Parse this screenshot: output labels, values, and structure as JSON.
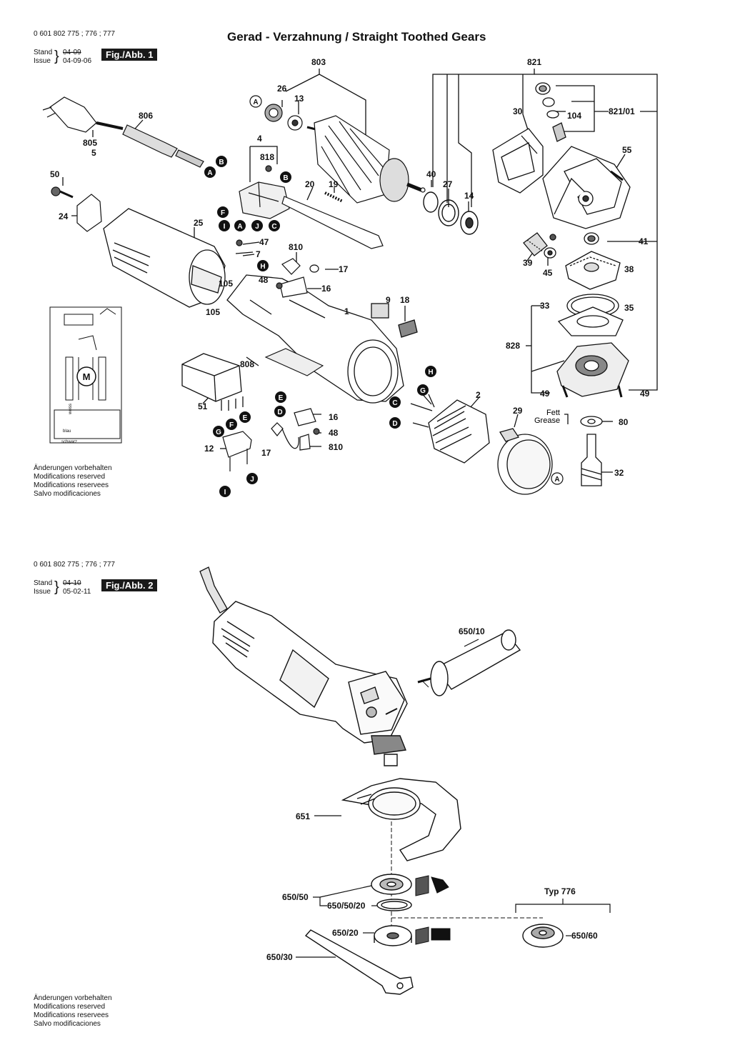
{
  "header": {
    "part_numbers": "0 601 802 775 ; 776 ; 777",
    "title": "Gerad - Verzahnung / Straight Toothed Gears"
  },
  "fig1": {
    "stand_label": "Stand",
    "issue_label": "Issue",
    "stand_value": "04-09",
    "issue_value": "04-09-06",
    "figure_label": "Fig./Abb. 1",
    "labels": {
      "803": "803",
      "821": "821",
      "821_01": "821/01",
      "26": "26",
      "13": "13",
      "30": "30",
      "104": "104",
      "806": "806",
      "805": "805",
      "5": "5",
      "4": "4",
      "818": "818",
      "55": "55",
      "50": "50",
      "20": "20",
      "19": "19",
      "40": "40",
      "27": "27",
      "14": "14",
      "24": "24",
      "25": "25",
      "47": "47",
      "7": "7",
      "810a": "810",
      "17a": "17",
      "16a": "16",
      "48a": "48",
      "105a": "105",
      "105b": "105",
      "41": "41",
      "39": "39",
      "45": "45",
      "38": "38",
      "9": "9",
      "18": "18",
      "1": "1",
      "33": "33",
      "35": "35",
      "828": "828",
      "808": "808",
      "51": "51",
      "2": "2",
      "16b": "16",
      "48b": "48",
      "810b": "810",
      "12": "12",
      "17b": "17",
      "29": "29",
      "49a": "49",
      "49b": "49",
      "80": "80",
      "32": "32"
    },
    "fett": "Fett",
    "grease": "Grease",
    "motor_letter": "M",
    "wire_weiss": "weiss",
    "wire_blau": "blau",
    "wire_schwarz": "schwarz",
    "notes": [
      "Änderungen vorbehalten",
      "Modifications reserved",
      "Modifications reservees",
      "Salvo modificaciones"
    ]
  },
  "fig2": {
    "part_numbers": "0 601 802 775 ; 776 ; 777",
    "stand_label": "Stand",
    "issue_label": "Issue",
    "stand_value": "04-10",
    "issue_value": "05-02-11",
    "figure_label": "Fig./Abb. 2",
    "labels": {
      "650_10": "650/10",
      "651": "651",
      "650_50": "650/50",
      "650_50_20": "650/50/20",
      "650_20": "650/20",
      "650_30": "650/30",
      "650_60": "650/60",
      "typ776": "Typ 776"
    },
    "notes": [
      "Änderungen vorbehalten",
      "Modifications reserved",
      "Modifications reservees",
      "Salvo modificaciones"
    ]
  }
}
